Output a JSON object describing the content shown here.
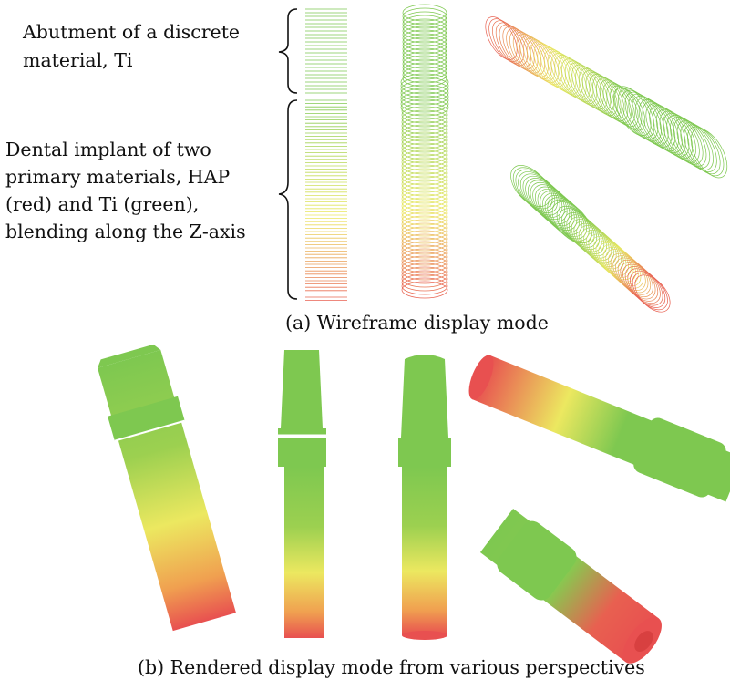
{
  "annotations": {
    "abutment": [
      "Abutment of a discrete",
      "material, Ti"
    ],
    "implant": [
      "Dental implant of two",
      "primary materials, HAP",
      "(red) and Ti (green),",
      "blending along the Z-axis"
    ]
  },
  "captions": {
    "wireframe": "(a) Wireframe display mode",
    "rendered": "(b) Rendered display mode from various perspectives"
  },
  "colors": {
    "hap": "#e85050",
    "blend": "#ece860",
    "ti": "#7ec850"
  }
}
